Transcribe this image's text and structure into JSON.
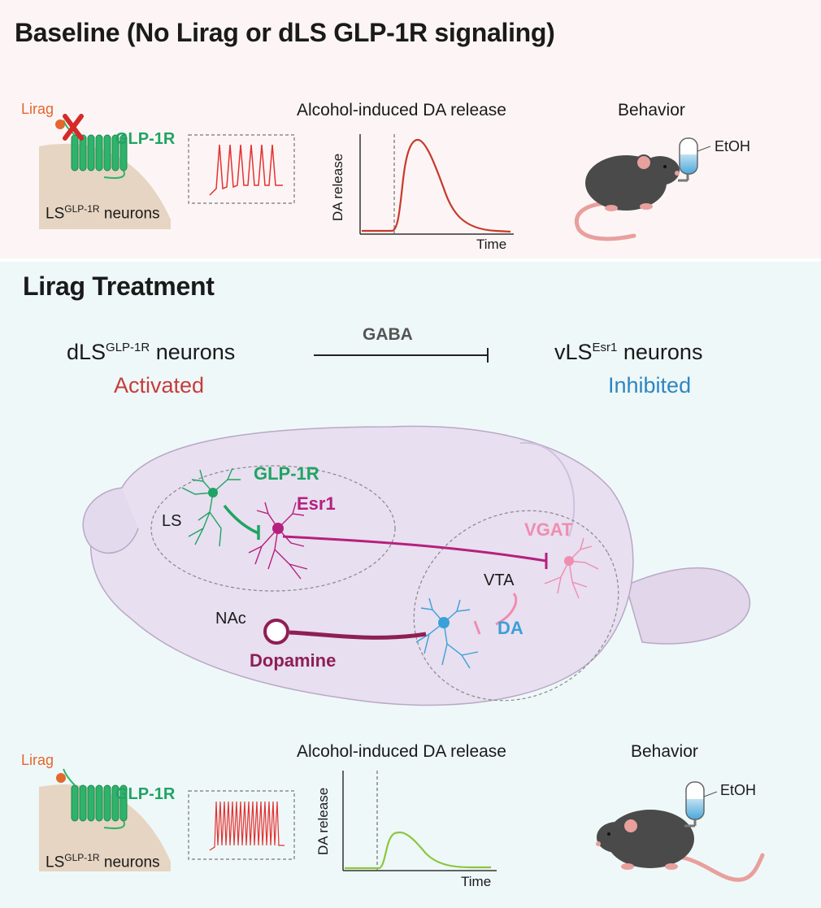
{
  "baseline": {
    "title": "Baseline (No Lirag or dLS GLP-1R signaling)",
    "lirag": "Lirag",
    "receptor": "GLP-1R",
    "neurons_prefix": "LS",
    "neurons_sup": "GLP-1R",
    "neurons_suffix": " neurons",
    "da_title": "Alcohol-induced DA release",
    "ylabel": "DA release",
    "xlabel": "Time",
    "behavior": "Behavior",
    "etoh": "EtOH"
  },
  "treatment": {
    "title": "Lirag Treatment",
    "dls_prefix": "dLS",
    "dls_sup": "GLP-1R",
    "dls_suffix": " neurons",
    "dls_state": "Activated",
    "gaba": "GABA",
    "vls_prefix": "vLS",
    "vls_sup": "Esr1",
    "vls_suffix": " neurons",
    "vls_state": "Inhibited",
    "brain": {
      "glp1r": "GLP-1R",
      "esr1": "Esr1",
      "ls": "LS",
      "vgat": "VGAT",
      "vta": "VTA",
      "nac": "NAc",
      "da": "DA",
      "dopamine": "Dopamine"
    },
    "lirag": "Lirag",
    "receptor": "GLP-1R",
    "neurons_prefix": "LS",
    "neurons_sup": "GLP-1R",
    "neurons_suffix": " neurons",
    "da_title": "Alcohol-induced DA release",
    "ylabel": "DA release",
    "xlabel": "Time",
    "behavior": "Behavior",
    "etoh": "EtOH"
  },
  "colors": {
    "green": "#1fa463",
    "magenta": "#b5207e",
    "pink": "#f08cb0",
    "blue": "#3aa0d8",
    "dopamine": "#8e1f55",
    "red_curve": "#c8392b",
    "green_curve": "#8cc63f",
    "spike": "#e53030"
  },
  "icons": [
    "blocked-x-icon",
    "receptor-icon",
    "mouse-icon",
    "bottle-icon",
    "neuron-icon"
  ]
}
